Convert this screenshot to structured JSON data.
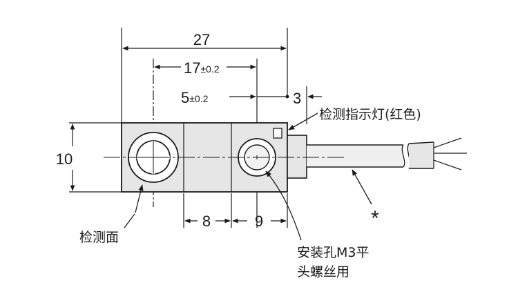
{
  "dimensions": {
    "overall_width": "27",
    "center_to_hole_main": "17",
    "center_to_hole_tol": "±0.2",
    "hole_to_end_main": "5",
    "hole_to_end_tol": "±0.2",
    "indicator_offset": "3",
    "height": "10",
    "segment_a": "8",
    "segment_b": "9"
  },
  "labels": {
    "indicator": "检测指示灯(红色)",
    "sensing_face": "检测面",
    "mounting_hole_line1": "安装孔M3平",
    "mounting_hole_line2": "头螺丝用",
    "cable_note": "*"
  }
}
